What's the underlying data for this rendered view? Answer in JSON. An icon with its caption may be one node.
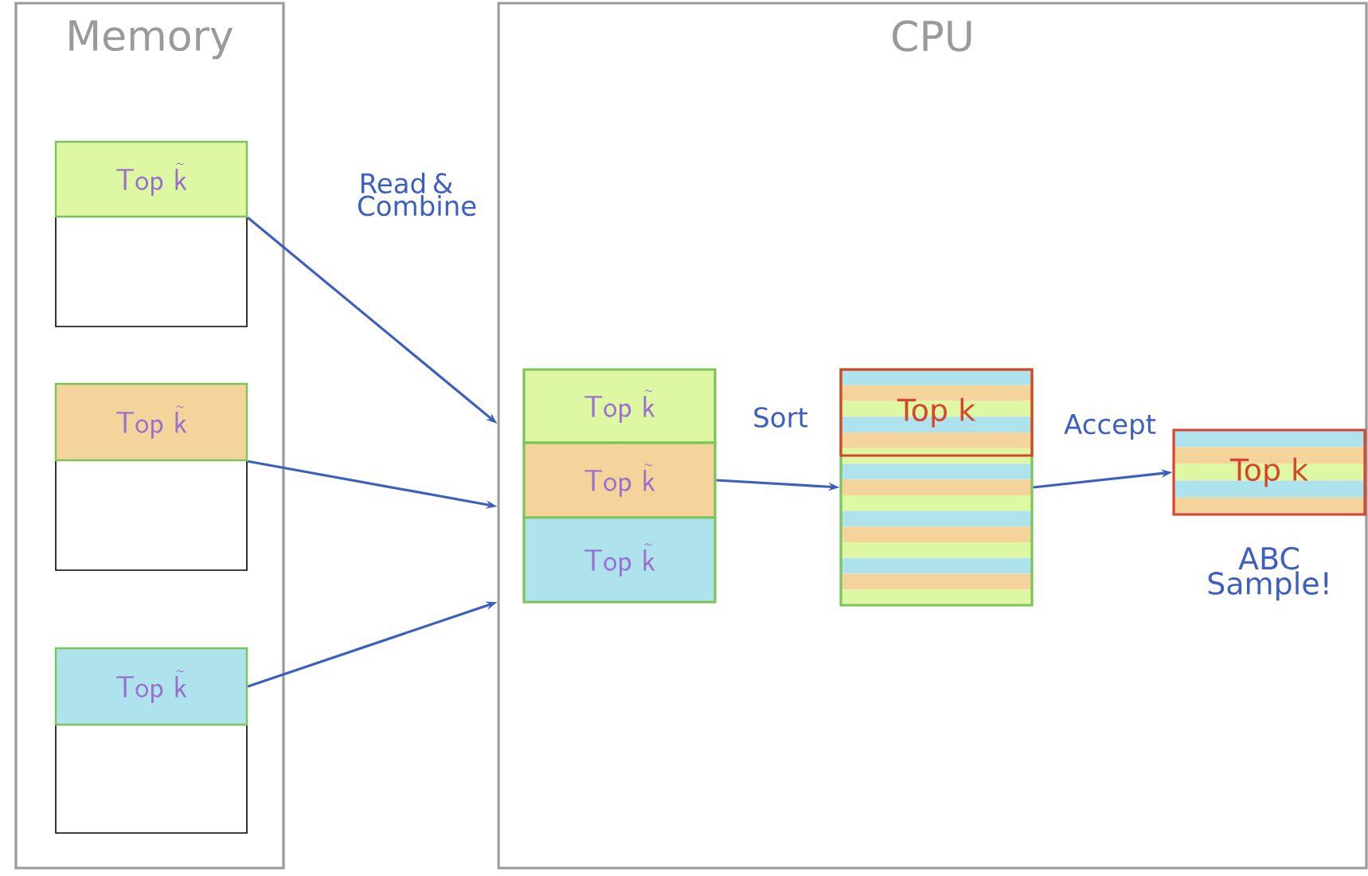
{
  "diagram": {
    "nodes": [
      {
        "text": [
          "Memory"
        ]
      },
      {
        "text": [
          "\\mathsf{Top}\\ \\tilde{\\mathsf{k}}"
        ],
        "in": 0
      },
      {
        "text": [
          "\\mathsf{Top}\\ \\tilde{\\mathsf{k}}"
        ],
        "in": 0
      },
      {
        "text": [
          "\\mathsf{Top}\\ \\tilde{\\mathsf{k}}"
        ],
        "in": 0
      },
      {
        "text": [
          "CPU"
        ]
      },
      {
        "text": [
          "\\mathsf{Top}\\ \\tilde{\\mathsf{k}}"
        ],
        "in": 4
      },
      {
        "text": [
          "\\mathsf{Top}\\ \\tilde{\\mathsf{k}}"
        ],
        "in": 4
      },
      {
        "text": [
          "\\mathsf{Top}\\ \\tilde{\\mathsf{k}}"
        ],
        "in": 4
      },
      {
        "text": [],
        "shape": "box",
        "in": 4
      },
      {
        "text": [
          "Top k"
        ],
        "in": 8
      },
      {
        "text": [
          "Top k"
        ],
        "in": 4,
        "beside": [
          "ABC Sample!"
        ]
      }
    ],
    "edges": [
      {
        "from": 1,
        "to": 4,
        "arrow": "to"
      },
      {
        "from": 2,
        "to": 4,
        "arrow": "to"
      },
      {
        "from": 3,
        "to": 4,
        "arrow": "to"
      },
      {
        "from": 6,
        "to": 8,
        "arrow": "to",
        "label": "Sort"
      },
      {
        "from": 8,
        "to": 10,
        "arrow": "to",
        "label": "Accept"
      }
    ],
    "labels": [
      "Read & Combine"
    ]
  }
}
